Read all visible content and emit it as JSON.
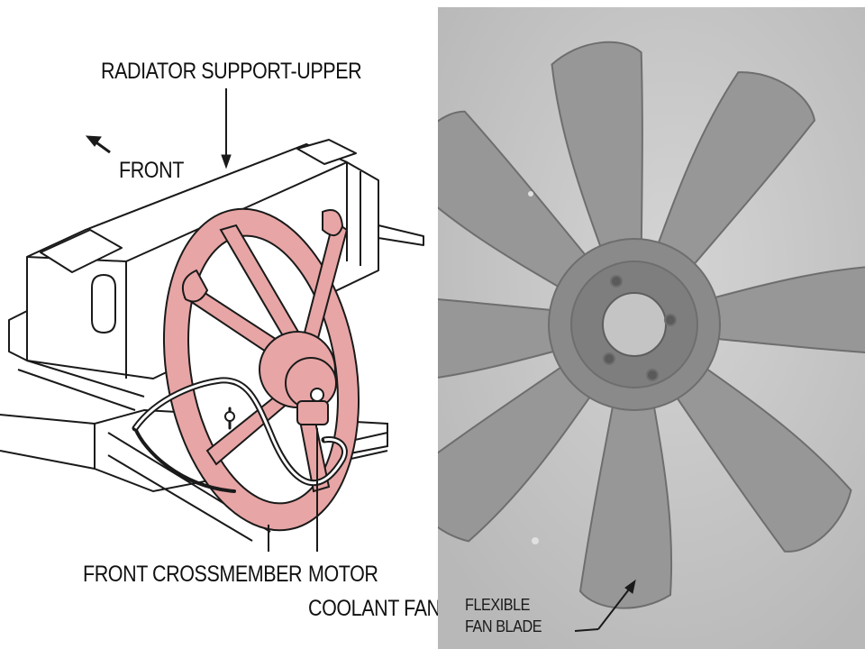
{
  "left_diagram": {
    "labels": {
      "radiator_support": "RADIATOR SUPPORT-UPPER",
      "front": "FRONT",
      "front_crossmember": "FRONT CROSSMEMBER",
      "motor": "MOTOR",
      "coolant_fan": "COOLANT FAN"
    },
    "colors": {
      "fan_fill": "#e8a5a5",
      "line": "#1a1a1a"
    }
  },
  "right_photo": {
    "labels": {
      "line1": "FLEXIBLE",
      "line2": "FAN BLADE"
    },
    "colors": {
      "background": "#cbcbcb",
      "blade": "#979797",
      "hub": "#7e7e7e"
    }
  }
}
